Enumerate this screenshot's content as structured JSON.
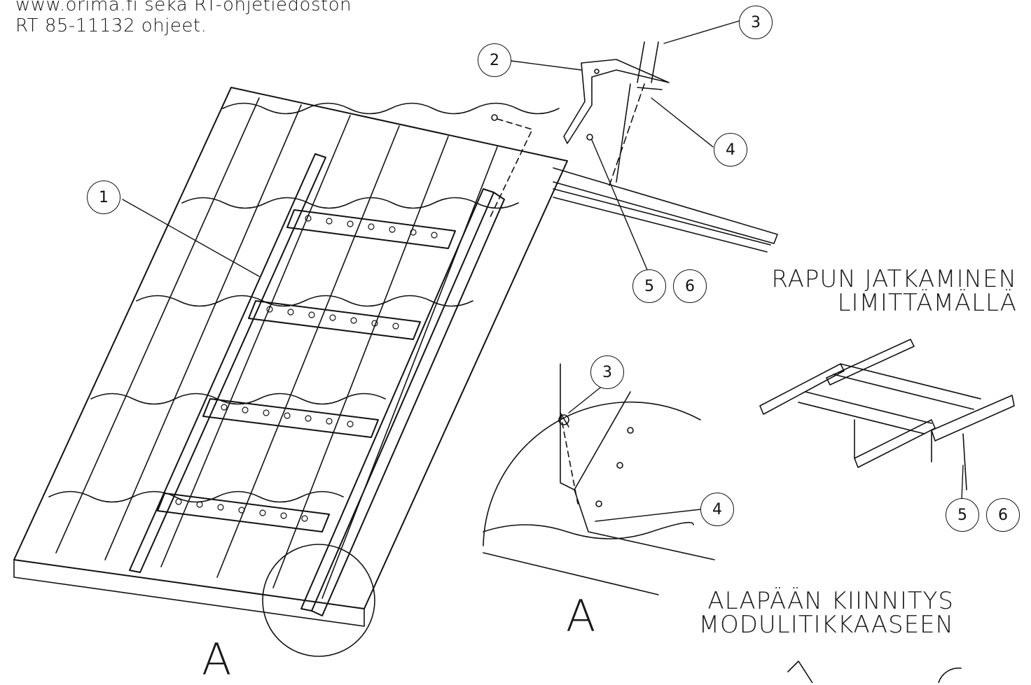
{
  "intro_lines": [
    "www.orima.fi sekä RT-ohjetiedoston",
    "RT 85-11132 ohjeet."
  ],
  "headings": {
    "extension": [
      "RAPUN JATKAMINEN",
      "LIMITTÄMÄLLÄ"
    ],
    "bottom_mount": [
      "ALAPÄÄN KIINNITYS",
      "MODULITIKKAASEEN"
    ]
  },
  "detail_labels": {
    "main": "A",
    "detail": "A"
  },
  "callouts": {
    "c1": "1",
    "c2": "2",
    "c3": "3",
    "c4": "4",
    "c5": "5",
    "c6": "6",
    "d3": "3",
    "d4": "4",
    "e5": "5",
    "e6": "6"
  }
}
